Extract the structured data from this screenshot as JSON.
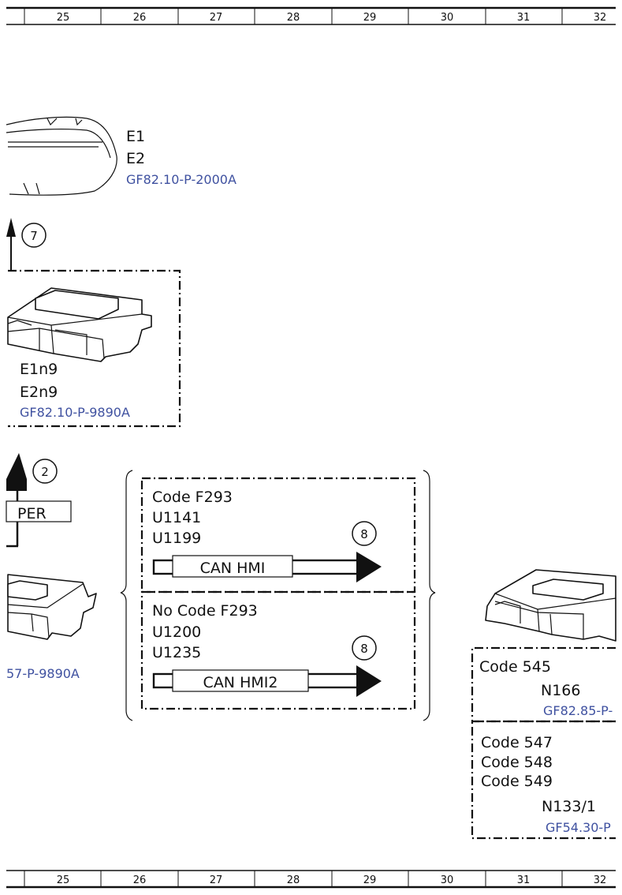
{
  "ruler": {
    "numbers": [
      "25",
      "26",
      "27",
      "28",
      "29",
      "30",
      "31",
      "32"
    ]
  },
  "headlamp": {
    "line1": "E1",
    "line2": "E2",
    "ref": "GF82.10-P-2000A"
  },
  "arrow_circle_7": "7",
  "control_unit_top": {
    "line1": "E1n9",
    "line2": "E2n9",
    "ref": "GF82.10-P-9890A"
  },
  "arrow_circle_2": "2",
  "per_label": "PER",
  "left_unit_ref": "57-P-9890A",
  "box_f293": {
    "code": "Code F293",
    "line2": "U1141",
    "line3": "U1199",
    "circle": "8",
    "bus_label": "CAN HMI"
  },
  "box_no_f293": {
    "code": "No Code F293",
    "line2": "U1200",
    "line3": "U1235",
    "circle": "8",
    "bus_label": "CAN HMI2"
  },
  "box_545": {
    "code": "Code 545",
    "component": "N166",
    "ref": "GF82.85-P-"
  },
  "box_547": {
    "code1": "Code 547",
    "code2": "Code 548",
    "code3": "Code 549",
    "component": "N133/1",
    "ref": "GF54.30-P"
  }
}
